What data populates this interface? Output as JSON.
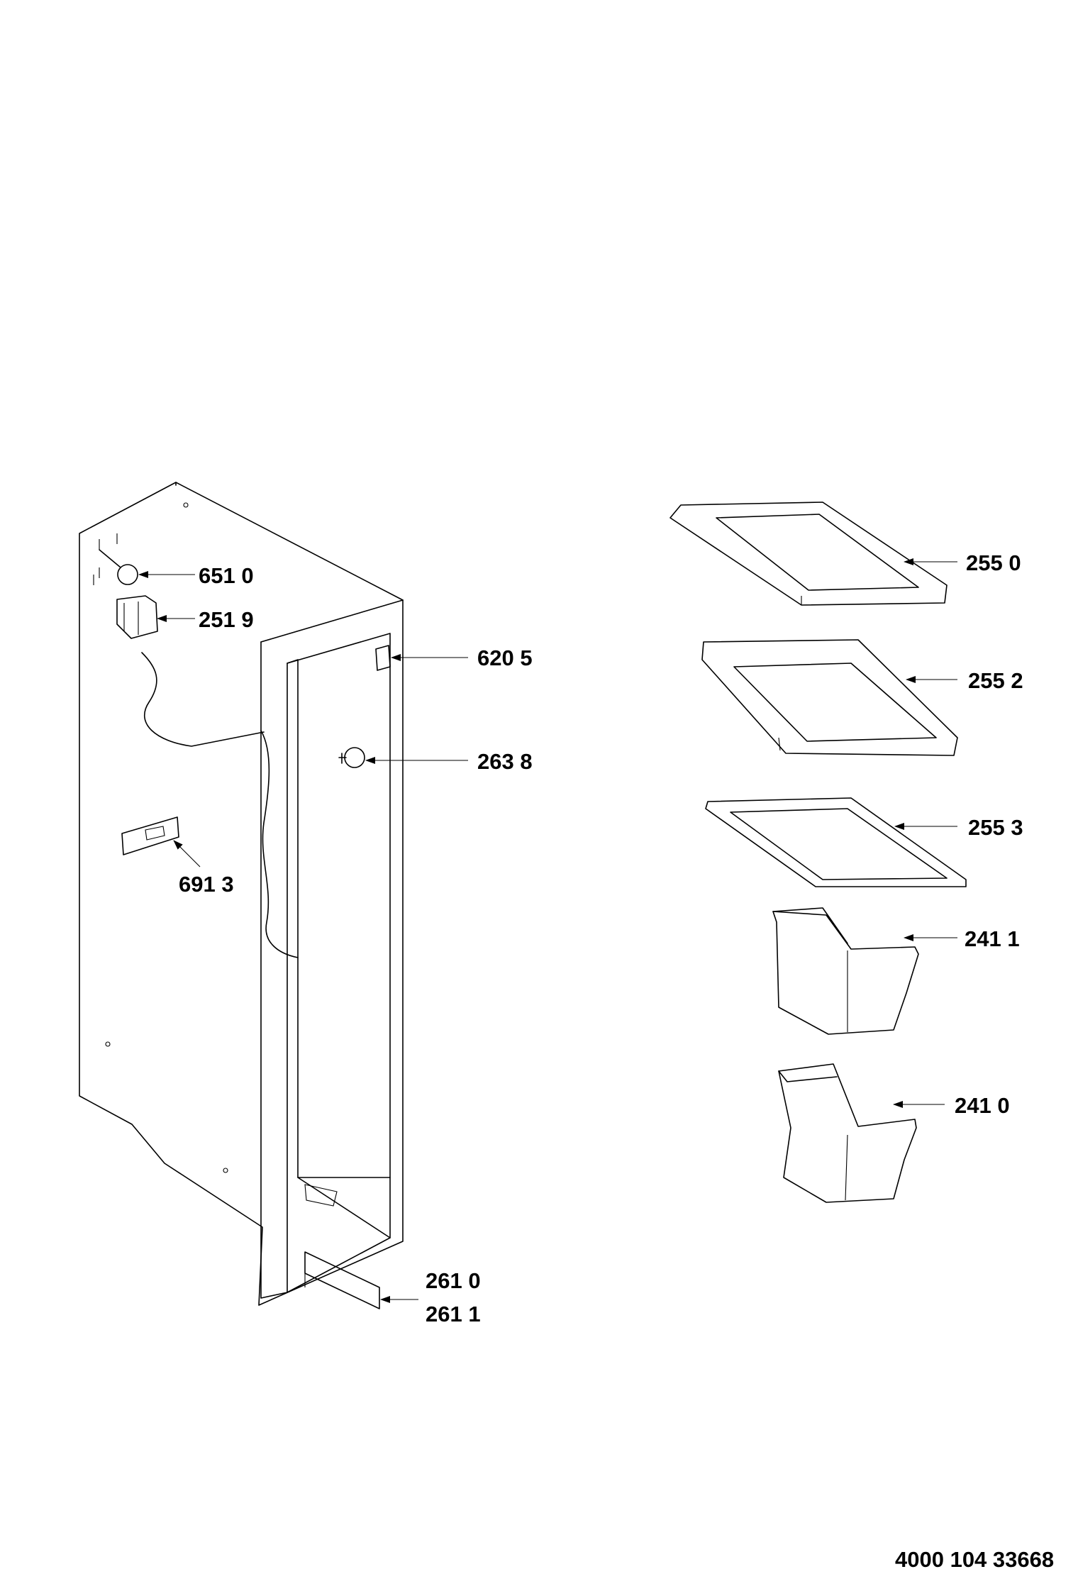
{
  "labels": {
    "p6510": "651 0",
    "p2519": "251 9",
    "p6205": "620 5",
    "p2638": "263 8",
    "p6913": "691 3",
    "p2610": "261 0",
    "p2611": "261 1",
    "p2550": "255 0",
    "p2552": "255 2",
    "p2553": "255 3",
    "p2411": "241 1",
    "p2410": "241 0"
  },
  "document_number": "4000 104 33668"
}
